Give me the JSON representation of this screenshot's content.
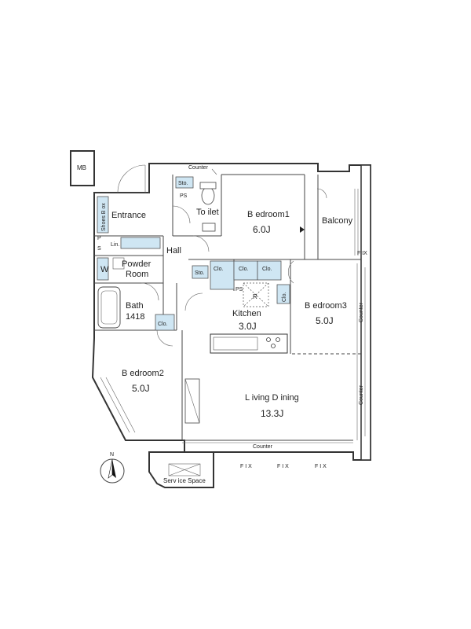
{
  "rooms": {
    "bedroom1": {
      "label": "B edroom1",
      "area": "6.0J"
    },
    "bedroom2": {
      "label": "B edroom2",
      "area": "5.0J"
    },
    "bedroom3": {
      "label": "B edroom3",
      "area": "5.0J"
    },
    "kitchen": {
      "label": "Kitchen",
      "area": "3.0J"
    },
    "living": {
      "label": "L iving D ining",
      "area": "13.3J"
    },
    "bath": {
      "label": "Bath",
      "size": "1418"
    },
    "powder": {
      "line1": "Powder",
      "line2": "Room"
    },
    "entrance": "Entrance",
    "hall": "Hall",
    "toilet": "To ilet",
    "balcony": "Balcony",
    "service_space": "Serv ice Space",
    "mb": "MB"
  },
  "fixtures": {
    "sto": "Sto.",
    "ps": "PS",
    "clo": "Clo.",
    "lin": "Lin.",
    "washer": "W",
    "refrigerator": "R",
    "shoes_box": "Shoes B ox",
    "counter": "Counter",
    "fix": "F I X",
    "fix_short": "F IX",
    "north": "N",
    "ps_letters": [
      "P",
      "S"
    ]
  }
}
